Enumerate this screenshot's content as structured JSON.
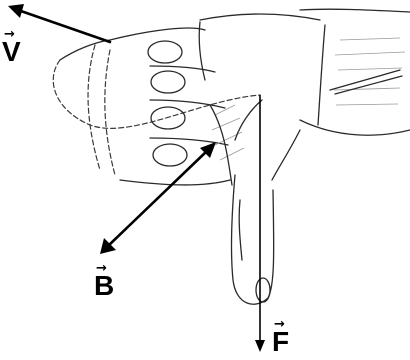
{
  "labels": {
    "v": "V",
    "b": "B",
    "f": "F"
  },
  "vector_arrow_glyph": "→",
  "colors": {
    "vector": "#000000",
    "hand_outline": "#2a2a2a",
    "background": "#ffffff"
  }
}
